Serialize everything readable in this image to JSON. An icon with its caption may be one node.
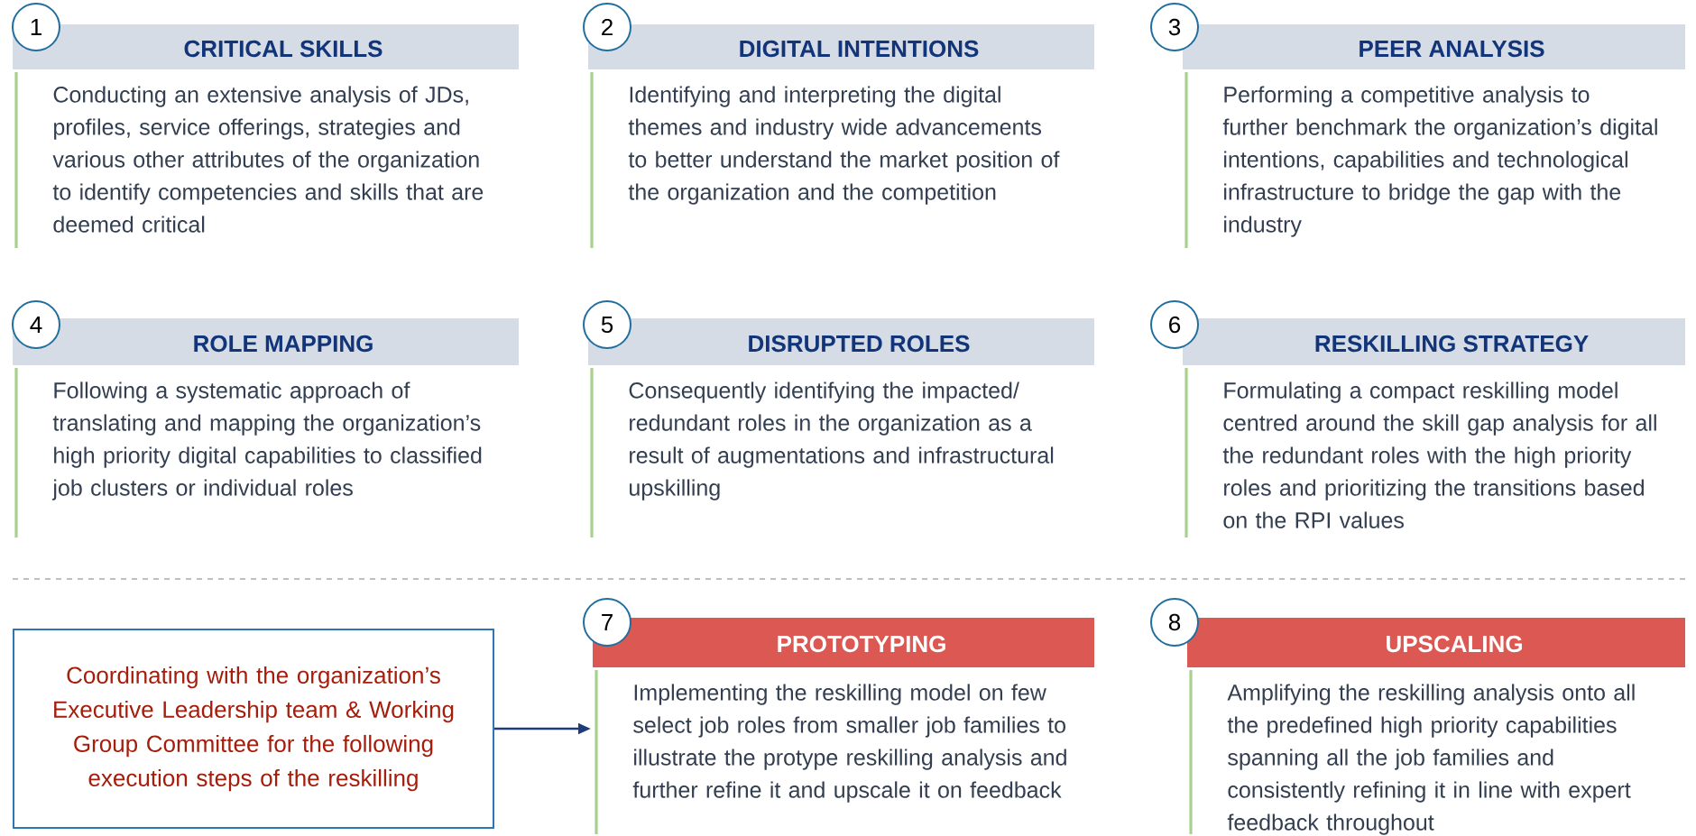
{
  "diagram": {
    "nodes": [
      {
        "text": [
          "1"
        ]
      },
      {
        "text": [
          "CRITICAL SKILLS",
          "Conducting an extensive analysis of JDs, profiles, service offerings, strategies and various other attributes of the organization to identify competencies and skills that are deemed critical"
        ]
      },
      {
        "text": [
          "2"
        ]
      },
      {
        "text": [
          "DIGITAL INTENTIONS",
          "Identifying and interpreting the digital themes and industry wide advancements to better understand the market position of the organization and the competition"
        ]
      },
      {
        "text": [
          "3"
        ]
      },
      {
        "text": [
          "PEER ANALYSIS",
          "Performing a competitive analysis to further benchmark the organization’s digital intentions, capabilities and technological infrastructure to bridge the gap with the industry"
        ]
      },
      {
        "text": [
          "4"
        ]
      },
      {
        "text": [
          "ROLE MAPPING",
          "Following a systematic approach of translating and mapping the organization’s high priority digital capabilities to classified job clusters or individual roles"
        ]
      },
      {
        "text": [
          "5"
        ]
      },
      {
        "text": [
          "DISRUPTED ROLES",
          "Consequently identifying the impacted/ redundant roles in the organization as a result of augmentations and infrastructural upskilling"
        ]
      },
      {
        "text": [
          "6"
        ]
      },
      {
        "text": [
          "RESKILLING STRATEGY",
          "Formulating a compact reskilling model centred around the skill gap analysis for all the redundant roles with the high priority roles and prioritizing the transitions based on the RPI values"
        ]
      },
      {
        "text": [
          "7"
        ]
      },
      {
        "text": [
          "PROTOTYPING",
          "Implementing the reskilling model on few select job roles from smaller job families to illustrate the protype reskilling analysis and further refine it and upscale it on feedback"
        ]
      },
      {
        "text": [
          "8"
        ]
      },
      {
        "text": [
          "UPSCALING",
          "Amplifying the reskilling analysis onto all the predefined high priority capabilities spanning all the job families and consistently refining it in line with expert feedback throughout"
        ]
      },
      {
        "text": [
          "Coordinating with the organization’s Executive Leadership team & Working Group Committee for the following execution steps of the reskilling"
        ]
      }
    ],
    "edges": [
      {
        "from": 16,
        "to": 13,
        "arrow": "to"
      }
    ]
  }
}
